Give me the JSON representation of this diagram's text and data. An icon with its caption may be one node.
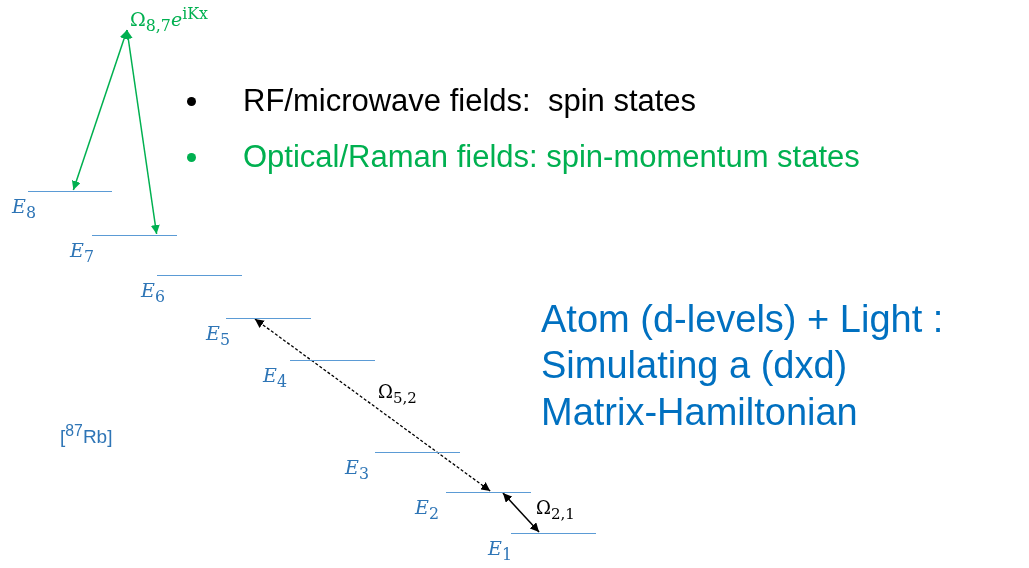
{
  "diagram": {
    "nodes": [
      {
        "text": [
          "Ω$_{8,7}$*e*$^{iKx}$"
        ]
      },
      {
        "text": [
          "*E*$_{8}$"
        ]
      },
      {
        "text": [
          "*E*$_{7}$"
        ]
      },
      {
        "text": [
          "*E*$_{6}$"
        ]
      },
      {
        "text": [
          "*E*$_{5}$"
        ]
      },
      {
        "text": [
          "*E*$_{4}$"
        ]
      },
      {
        "text": [
          "*E*$_{3}$"
        ]
      },
      {
        "text": [
          "*E*$_{2}$"
        ]
      },
      {
        "text": [
          "*E*$_{1}$"
        ]
      }
    ],
    "edges": [
      {
        "from": 0,
        "to": 1,
        "arrow": "both",
        "color": "#00b050"
      },
      {
        "from": 0,
        "to": 2,
        "arrow": "both",
        "color": "#00b050"
      },
      {
        "from": 4,
        "to": 7,
        "arrow": "both",
        "style": "dashed",
        "label": "Ω$_{5,2}$",
        "color": "#000000"
      },
      {
        "from": 7,
        "to": 8,
        "arrow": "both",
        "label": "Ω$_{2,1}$",
        "color": "#000000"
      }
    ],
    "labels": [
      "RF/microwave fields:  spin states",
      "Optical/Raman fields: spin-momentum states",
      "[$^{87}$Rb]",
      "Atom (d-levels) + Light : Simulating a (dxd) Matrix-Hamiltonian"
    ]
  }
}
